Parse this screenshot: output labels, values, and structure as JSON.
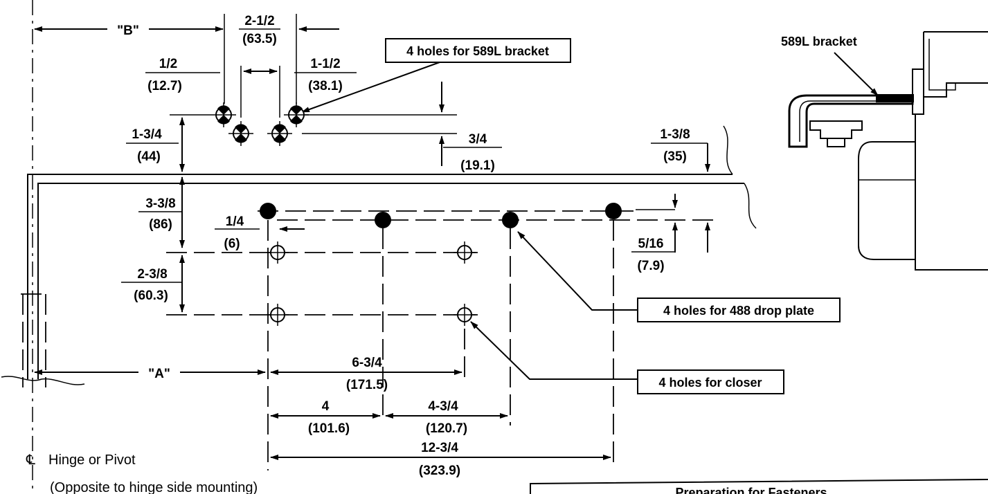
{
  "labels": {
    "dim_b": "\"B\"",
    "dim_a": "\"A\"",
    "bracket_label": "589L bracket",
    "callout_589l": "4 holes for 589L bracket",
    "callout_488": "4 holes for 488 drop plate",
    "callout_closer": "4 holes for closer",
    "cl_symbol": "℄",
    "cl_text": "Hinge or Pivot",
    "opposite_note": "(Opposite to hinge side mounting)",
    "prep_title": "Preparation for Fasteners"
  },
  "dimensions": {
    "d_2_1_2": {
      "frac": "2-1/2",
      "mm": "(63.5)"
    },
    "d_1_2": {
      "frac": "1/2",
      "mm": "(12.7)"
    },
    "d_1_1_2": {
      "frac": "1-1/2",
      "mm": "(38.1)"
    },
    "d_1_3_4": {
      "frac": "1-3/4",
      "mm": "(44)"
    },
    "d_3_4": {
      "frac": "3/4",
      "mm": "(19.1)"
    },
    "d_1_3_8": {
      "frac": "1-3/8",
      "mm": "(35)"
    },
    "d_3_3_8": {
      "frac": "3-3/8",
      "mm": "(86)"
    },
    "d_1_4": {
      "frac": "1/4",
      "mm": "(6)"
    },
    "d_5_16": {
      "frac": "5/16",
      "mm": "(7.9)"
    },
    "d_2_3_8": {
      "frac": "2-3/8",
      "mm": "(60.3)"
    },
    "d_6_3_4": {
      "frac": "6-3/4",
      "mm": "(171.5)"
    },
    "d_4": {
      "frac": "4",
      "mm": "(101.6)"
    },
    "d_4_3_4": {
      "frac": "4-3/4",
      "mm": "(120.7)"
    },
    "d_12_3_4": {
      "frac": "12-3/4",
      "mm": "(323.9)"
    }
  }
}
